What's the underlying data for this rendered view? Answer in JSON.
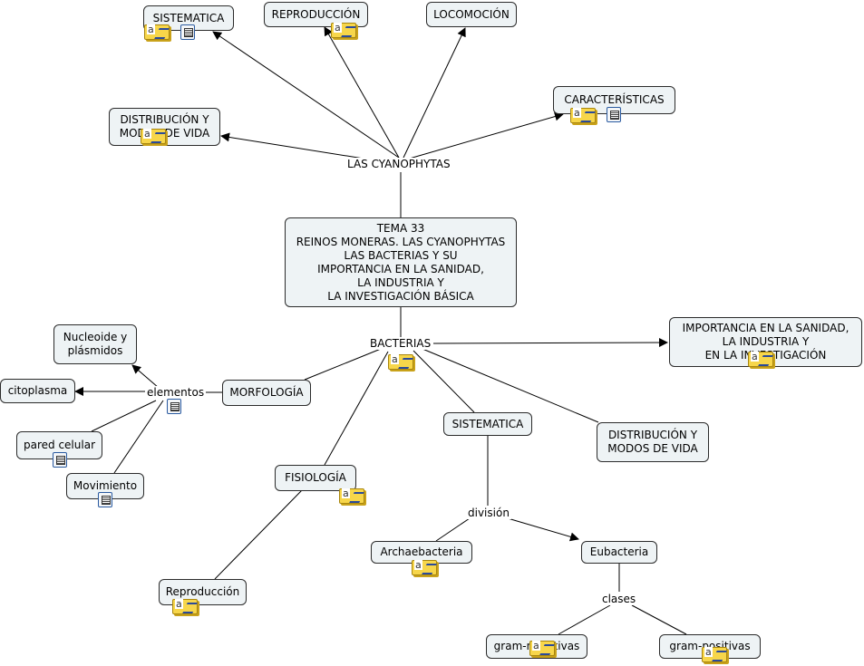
{
  "nodes": {
    "sistematica_top": "SISTEMATICA",
    "reproduccion_top": "REPRODUCCIÓN",
    "locomocion": "LOCOMOCIÓN",
    "caracteristicas": "CARACTERÍSTICAS",
    "distribucion_top": "DISTRIBUCIÓN Y\nMODOS DE VIDA",
    "tema": "TEMA 33\nREINOS MONERAS. LAS CYANOPHYTAS\nLAS BACTERIAS Y SU\nIMPORTANCIA EN LA SANIDAD,\nLA INDUSTRIA Y\nLA INVESTIGACIÓN BÁSICA",
    "nucleoide": "Nucleoide y\nplásmidos",
    "citoplasma": "citoplasma",
    "pared": "pared celular",
    "movimiento": "Movimiento",
    "morfologia": "MORFOLOGÍA",
    "importancia": "IMPORTANCIA EN LA SANIDAD,\nLA INDUSTRIA Y\nEN LA INVESTIGACIÓN",
    "sistematica_bottom": "SISTEMATICA",
    "distribucion_bottom": "DISTRIBUCIÓN Y\nMODOS DE VIDA",
    "fisiologia": "FISIOLOGÍA",
    "reproduccion_bottom": "Reproducción",
    "archaebacteria": "Archaebacteria",
    "eubacteria": "Eubacteria",
    "gram_negativas": "gram-negativas",
    "gram_positivas": "gram-positivas"
  },
  "phrases": {
    "cyanophytas": "LAS CYANOPHYTAS",
    "bacterias": "BACTERIAS",
    "elementos": "elementos",
    "division": "división",
    "clases": "clases"
  },
  "icons": {
    "note": "annotation-note-icon",
    "doc": "attached-document-icon"
  },
  "colors": {
    "node_fill": "#eef3f5",
    "node_border": "#2b2b2b",
    "note_icon": "#f7d64a"
  }
}
